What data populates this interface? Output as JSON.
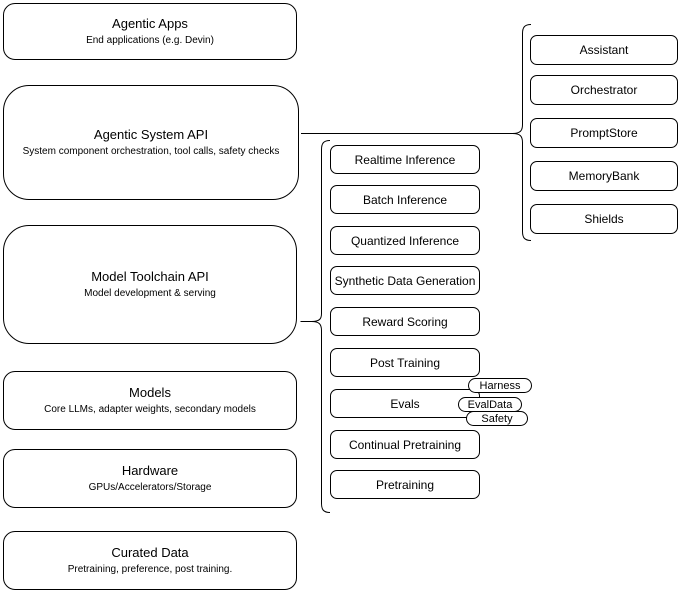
{
  "diagram": {
    "left_stack": [
      {
        "title": "Agentic Apps",
        "subtitle": "End applications (e.g. Devin)"
      },
      {
        "title": "Agentic System API",
        "subtitle": "System component orchestration, tool calls, safety checks"
      },
      {
        "title": "Model Toolchain API",
        "subtitle": "Model development & serving"
      },
      {
        "title": "Models",
        "subtitle": "Core LLMs, adapter weights, secondary models"
      },
      {
        "title": "Hardware",
        "subtitle": "GPUs/Accelerators/Storage"
      },
      {
        "title": "Curated Data",
        "subtitle": "Pretraining, preference, post training."
      }
    ],
    "toolchain_services": [
      "Realtime Inference",
      "Batch Inference",
      "Quantized Inference",
      "Synthetic Data Generation",
      "Reward Scoring",
      "Post Training",
      "Evals",
      "Continual Pretraining",
      "Pretraining"
    ],
    "eval_tags": [
      "Harness",
      "EvalData",
      "Safety"
    ],
    "system_components": [
      "Assistant",
      "Orchestrator",
      "PromptStore",
      "MemoryBank",
      "Shields"
    ],
    "colors": {
      "stroke": "#000000",
      "node_fill": "#ffffff",
      "background": "#ffffff"
    }
  }
}
